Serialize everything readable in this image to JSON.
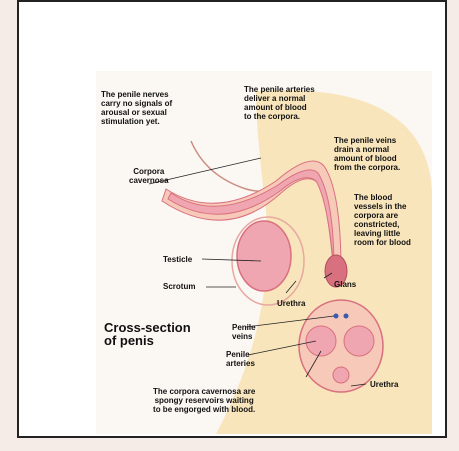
{
  "diagram": {
    "heading_main": "Cross-section\nof penis",
    "notes": {
      "nerves": "The penile nerves\ncarry no signals of\narousal or sexual\nstimulation yet.",
      "arteries": "The penile arteries\ndeliver a normal\namount of blood\nto the corpora.",
      "veins": "The penile veins\ndrain a normal\namount of blood\nfrom the corpora.",
      "vessels": "The blood\nvessels in the\ncorpora are\nconstricted,\nleaving little\nroom for blood",
      "corpora_bottom": "The corpora cavernosa are\nspongy reservoirs waiting\nto be engorged with blood."
    },
    "labels": {
      "corpora": "Corpora\ncavernosa",
      "testicle": "Testicle",
      "scrotum": "Scrotum",
      "glans": "Glans",
      "urethra": "Urethra",
      "penile_veins": "Penile\nveins",
      "penile_arteries": "Penile\narteries",
      "urethra_section": "Urethra"
    },
    "colors": {
      "tissue": "#f0a6b0",
      "tissue_dark": "#d9707f",
      "skin": "#f6c9b8",
      "glow": "#f7dfa8"
    }
  }
}
